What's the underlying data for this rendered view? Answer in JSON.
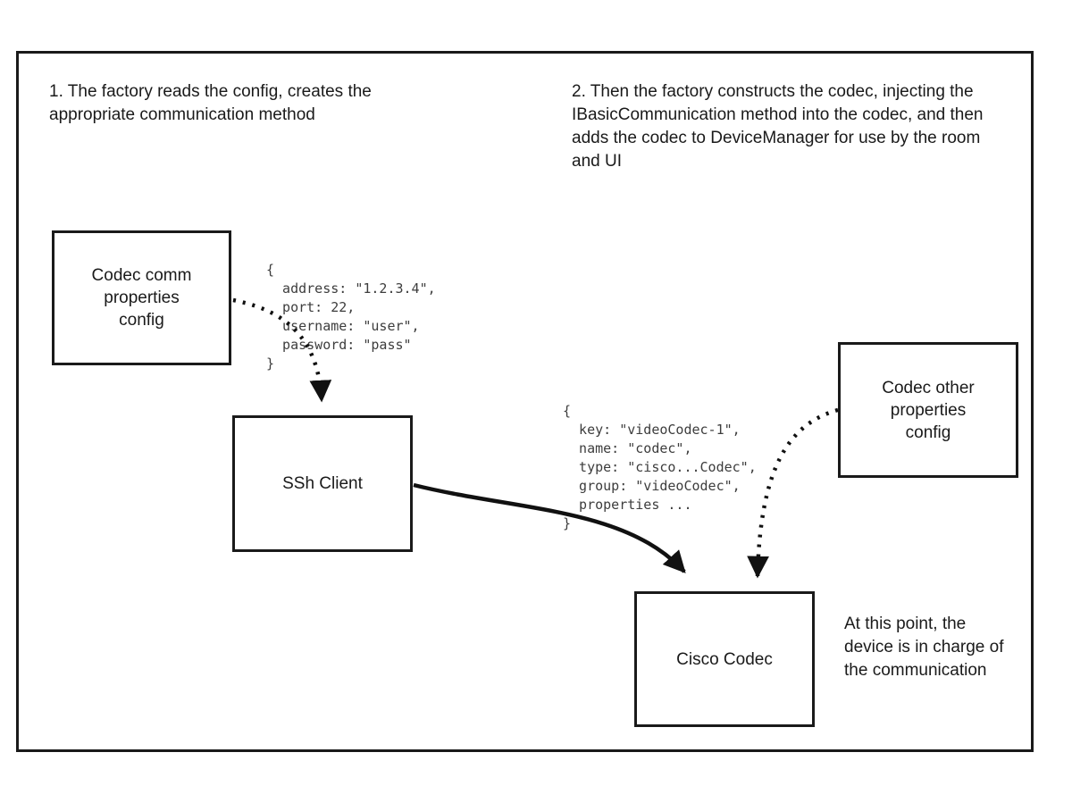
{
  "diagram": {
    "step1_note": "1. The factory reads the config, creates the appropriate communication method",
    "step2_note": "2. Then the factory constructs the codec, injecting the IBasicCommunication method into the codec, and then adds the codec to DeviceManager for use by the room and UI",
    "final_note": "At this point, the device is in charge of the communication",
    "boxes": {
      "codec_comm_config": "Codec comm properties config",
      "ssh_client": "SSh Client",
      "codec_other_config": "Codec other properties config",
      "cisco_codec": "Cisco Codec"
    },
    "code_snippets": {
      "comm_properties": "{\n  address: \"1.2.3.4\",\n  port: 22,\n  username: \"user\",\n  password: \"pass\"\n}",
      "codec_properties": "{\n  key: \"videoCodec-1\",\n  name: \"codec\",\n  type: \"cisco...Codec\",\n  group: \"videoCodec\",\n  properties ...\n}"
    },
    "colors": {
      "line": "#111111",
      "border": "#1a1a1a"
    }
  }
}
